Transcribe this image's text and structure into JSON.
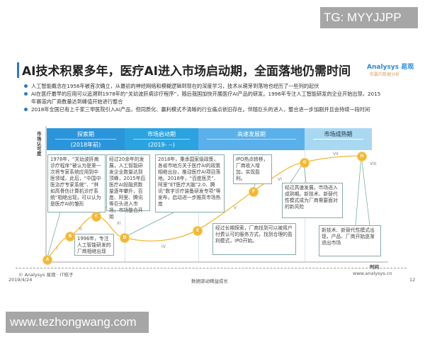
{
  "overlay_top": "TG: MYYJJPP",
  "overlay_bottom": "www.tezhongwang.com",
  "title": "AI技术积累多年，医疗AI进入市场启动期，全面落地仍需时间",
  "logo": {
    "brand": "Analysys 易观",
    "tagline": "你要的数据分析"
  },
  "bullets": [
    "人工智能概念在1956年被首次确立，从最初的神经网络和模糊逻辑到现在的深度学习，技术从萌芽到落地也经历了一些列的起伏",
    "AI在医疗最早的应用可以追溯到1978年的“关幼波肝病诊疗程序”，随后我国加快开展医疗AI产品的研发。1996年专注人工智能研发的企业开始出现，2015年赛道内厂商数量达到峰值开始进行整合",
    "2018年全国已有上千家三甲医院引入AI产品，但同质化、赢利模式不清晰的行业痛点依旧存在。伴随巨头的进入，整合进一步加剧并且会持续一段时间"
  ],
  "chart": {
    "ylabel": "市场认可度",
    "xlabel": "时间",
    "phases": [
      {
        "name": "探索期",
        "sub": "(2018年前)",
        "color": "#2b95dc"
      },
      {
        "name": "市场启动期",
        "sub": "(2019- --)",
        "color": "#2aa3e0"
      },
      {
        "name": "高速发展期",
        "sub": "",
        "color": "#5ab0ea"
      },
      {
        "name": "市场成熟期",
        "sub": "",
        "color": "#a9d8f2"
      }
    ],
    "points": [
      "A",
      "B",
      "C",
      "D",
      "E",
      "F",
      "G",
      "H"
    ],
    "stages": [
      "I",
      "II",
      "III",
      "IV",
      "V",
      "VI",
      "VII",
      "VIII"
    ],
    "notes": [
      "1978年，“关幼波肝病诊疗程序”被认为是第一次将专家系统应用到中医领域，此后，“中国中医治疗专家系统”、“林如高骨伤计算机诊疗系统”相继出现，可以认为是医疗AI的雏形",
      "经过20余年的发展，人工智能研发企业数量达到顶峰，2015年后医疗AI投融资数量逐年攀升，百度、阿里、腾讯等巨头进入市场，市场整合开始",
      "2018年，秉承国家级政策，各省市地方关于医疗AI的政策相继出台，推动医疗AI项目落地。2018年，“百度医灵”、阿里“ET医疗大脑”2.0、腾讯“数字诊疗装备研发专项”等发布，启动进一步推高市场热度",
      "IPO热点转移，厂商收入增加，实现盈利。",
      "经过高速发展，市场进入成熟期。新技术、新替代性模式成为厂商需要面对的新风险",
      "经过长期探索，厂商找到可以被用户付费认可的服务方式，找到合理的盈利模式，IPO开始。",
      "新技术、新替代性模式出现，产品、厂商开始逐渐退出市场",
      "1996年，专注人工智能研发的厂商相继出现"
    ]
  },
  "footer": {
    "copyright": "© Analysys 易观 · IT桔子",
    "date": "2019/4/24",
    "slogan": "数据驱动精益成长",
    "site": "www.analysys.cn",
    "page": "12"
  }
}
